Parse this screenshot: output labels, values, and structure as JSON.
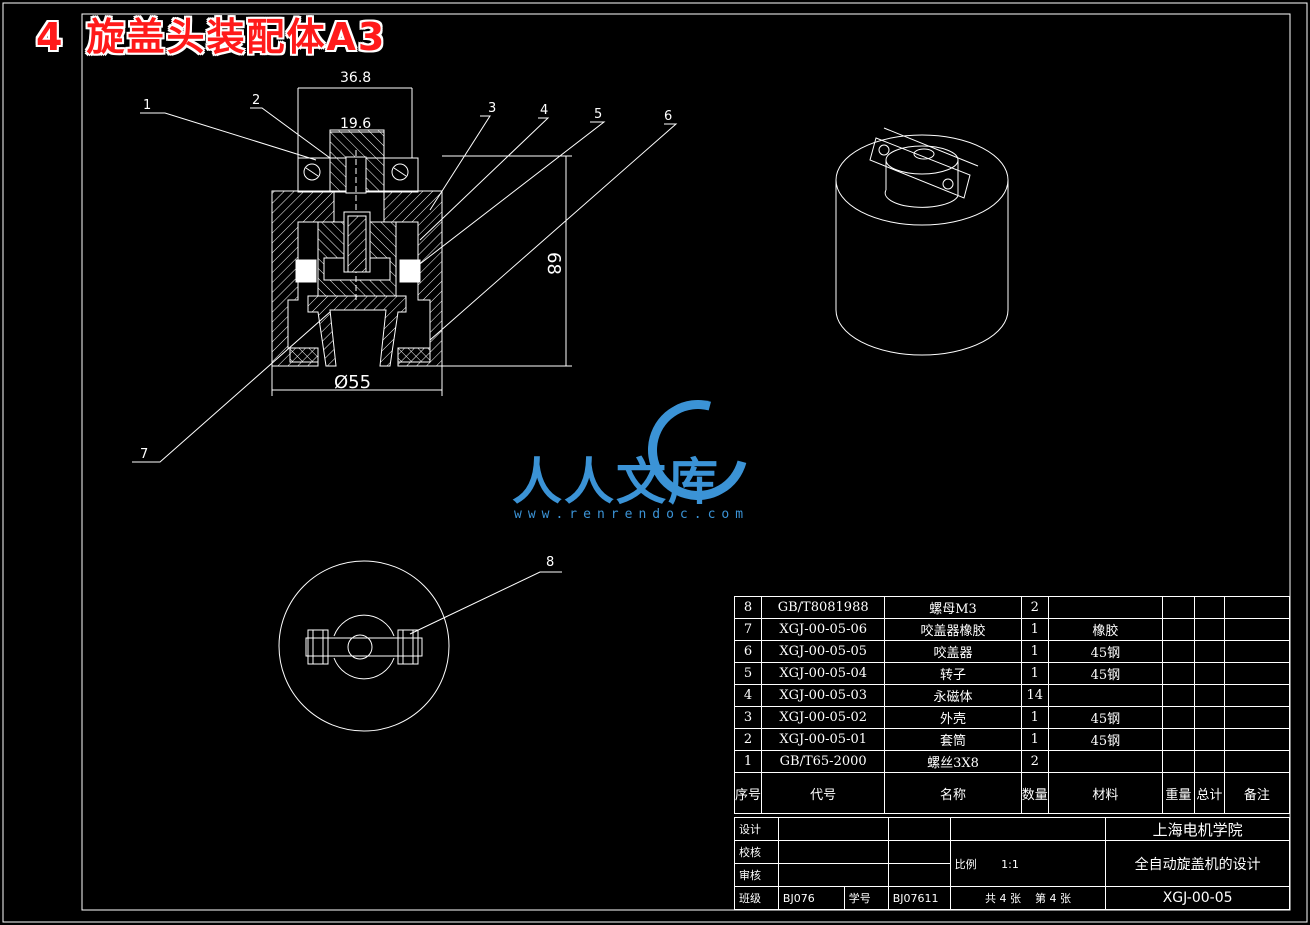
{
  "title": {
    "number": "4",
    "text": "旋盖头装配体",
    "size": "A3"
  },
  "dimensions": {
    "d1": "36.8",
    "d2": "19.6",
    "d3": "68",
    "d4": "Ø55"
  },
  "balloons": [
    "1",
    "2",
    "3",
    "4",
    "5",
    "6",
    "7",
    "8"
  ],
  "watermark": {
    "brand": "人人文库",
    "url": "www.renrendoc.com"
  },
  "bom": {
    "rows": [
      {
        "no": "8",
        "code": "GB/T8081988",
        "name": "螺母M3",
        "qty": "2",
        "material": ""
      },
      {
        "no": "7",
        "code": "XGJ-00-05-06",
        "name": "咬盖器橡胶",
        "qty": "1",
        "material": "橡胶"
      },
      {
        "no": "6",
        "code": "XGJ-00-05-05",
        "name": "咬盖器",
        "qty": "1",
        "material": "45钢"
      },
      {
        "no": "5",
        "code": "XGJ-00-05-04",
        "name": "转子",
        "qty": "1",
        "material": "45钢"
      },
      {
        "no": "4",
        "code": "XGJ-00-05-03",
        "name": "永磁体",
        "qty": "14",
        "material": ""
      },
      {
        "no": "3",
        "code": "XGJ-00-05-02",
        "name": "外壳",
        "qty": "1",
        "material": "45钢"
      },
      {
        "no": "2",
        "code": "XGJ-00-05-01",
        "name": "套筒",
        "qty": "1",
        "material": "45钢"
      },
      {
        "no": "1",
        "code": "GB/T65-2000",
        "name": "螺丝3X8",
        "qty": "2",
        "material": ""
      }
    ],
    "header": {
      "no": "序号",
      "code": "代号",
      "name": "名称",
      "qty": "数量",
      "material": "材料",
      "weight": "重量",
      "total": "总计",
      "remark": "备注"
    }
  },
  "titleblock": {
    "design": "设计",
    "check": "校核",
    "review": "审核",
    "class_label": "班级",
    "class_value": "BJ076",
    "student_label": "学号",
    "student_value": "BJ07611",
    "school": "上海电机学院",
    "scale_label": "比例",
    "scale_value": "1:1",
    "project": "全自动旋盖机的设计",
    "sheets": "共 4 张",
    "sheet": "第 4 张",
    "drawing_no": "XGJ-00-05"
  },
  "colors": {
    "background": "#000000",
    "lines": "#ffffff",
    "title": "#ff1a1a",
    "watermark": "#3b93d6"
  }
}
